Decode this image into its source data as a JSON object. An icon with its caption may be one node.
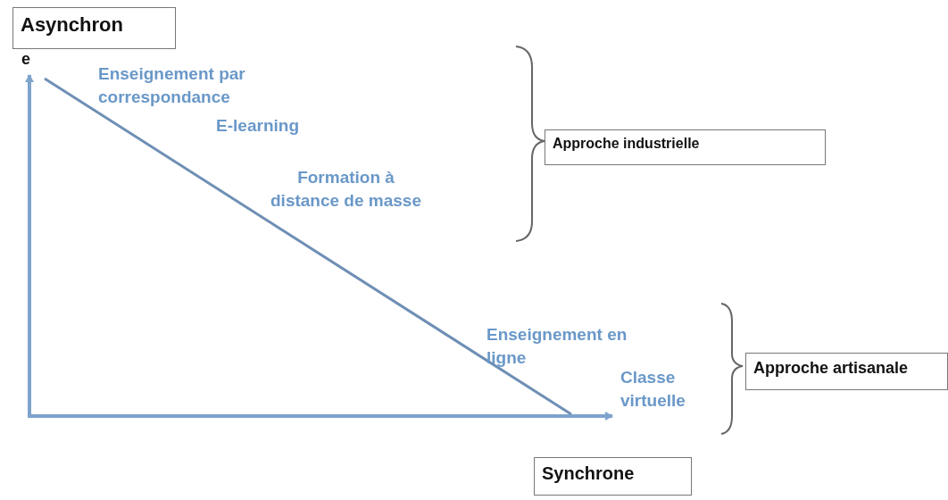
{
  "diagram": {
    "nodes": [
      {
        "text": [
          "Asynchron"
        ],
        "beside": [
          "e"
        ]
      },
      {
        "text": [
          "Approche industrielle"
        ]
      },
      {
        "text": [
          "Approche artisanale"
        ]
      },
      {
        "text": [
          "Synchrone"
        ]
      }
    ],
    "labels": [
      "Enseignement par correspondance",
      "E-learning",
      "Formation à distance de masse",
      "Enseignement en ligne",
      "Classe virtuelle"
    ]
  }
}
